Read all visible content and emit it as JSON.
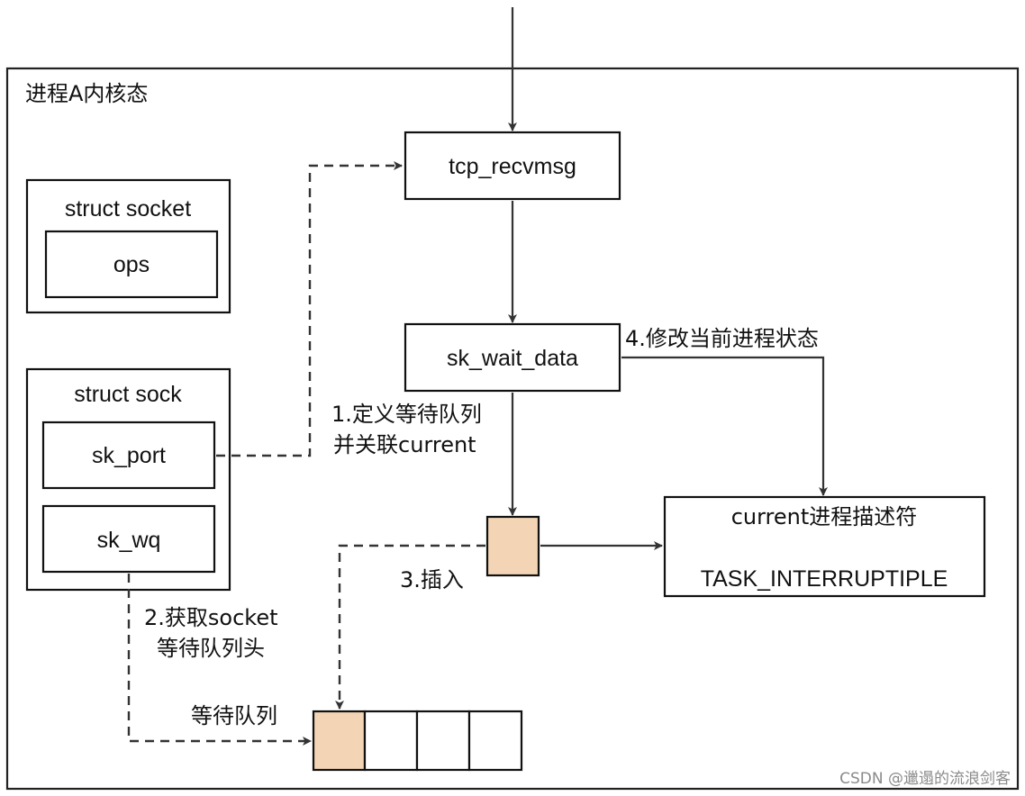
{
  "region_label": "进程A内核态",
  "nodes": {
    "tcp_recvmsg": "tcp_recvmsg",
    "sk_wait_data": "sk_wait_data",
    "struct_socket": "struct socket",
    "ops": "ops",
    "struct_sock": "struct sock",
    "sk_port": "sk_port",
    "sk_wq": "sk_wq",
    "current_title": "current进程描述符",
    "current_state": "TASK_INTERRUPTIPLE",
    "wait_queue_label": "等待队列"
  },
  "edges": {
    "step1_line1": "1.定义等待队列",
    "step1_line2": "并关联current",
    "step2_line1": "2.获取socket",
    "step2_line2": "等待队列头",
    "step3": "3.插入",
    "step4": "4.修改当前进程状态"
  },
  "watermark": "CSDN @邋遢的流浪剑客",
  "colors": {
    "wait_entry": "#f3d5b5",
    "line": "#333333",
    "border": "#111111"
  }
}
